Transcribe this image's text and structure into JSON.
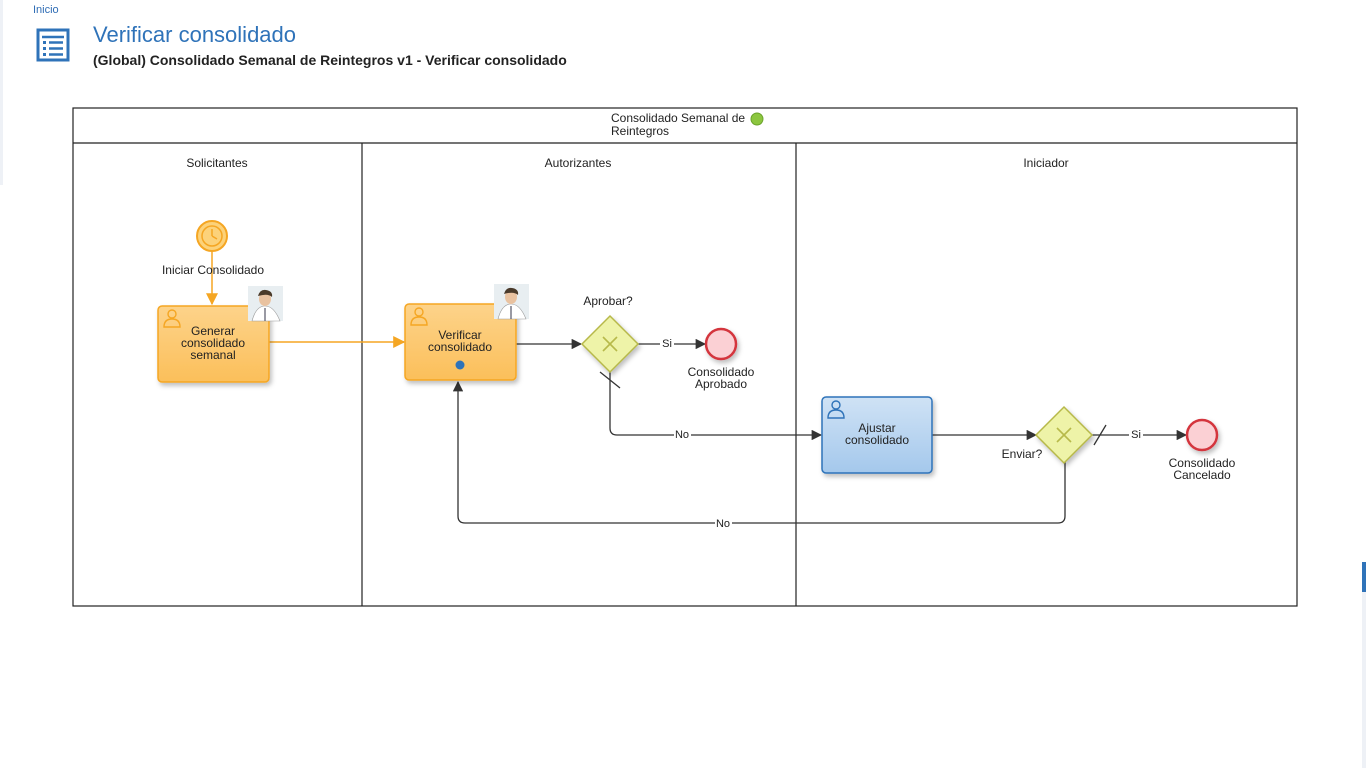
{
  "breadcrumb": {
    "label": "Inicio"
  },
  "header": {
    "title": "Verificar consolidado",
    "subtitle": "(Global) Consolidado Semanal de Reintegros v1 - Verificar consolidado",
    "icon": "task-list-icon"
  },
  "diagram": {
    "pool": {
      "name_line1": "Consolidado Semanal de",
      "name_line2": "Reintegros",
      "status_color": "#8cc63f"
    },
    "lanes": [
      {
        "name": "Solicitantes"
      },
      {
        "name": "Autorizantes"
      },
      {
        "name": "Iniciador"
      }
    ],
    "start_event": {
      "label": "Iniciar Consolidado",
      "icon": "timer-icon"
    },
    "tasks": {
      "generar": {
        "line1": "Generar",
        "line2": "consolidado",
        "line3": "semanal",
        "color": "#fcc86b"
      },
      "verificar": {
        "line1": "Verificar",
        "line2": "consolidado",
        "color": "#fcc86b",
        "current": true
      },
      "ajustar": {
        "line1": "Ajustar",
        "line2": "consolidado",
        "color": "#b3d1ee"
      }
    },
    "gateways": {
      "aprobar": {
        "label": "Aprobar?"
      },
      "enviar": {
        "label": "Enviar?"
      }
    },
    "end_events": {
      "aprobado": {
        "line1": "Consolidado",
        "line2": "Aprobado"
      },
      "cancelado": {
        "line1": "Consolidado",
        "line2": "Cancelado"
      }
    },
    "flows": {
      "aprobar_si": "Si",
      "aprobar_no": "No",
      "enviar_si": "Si",
      "enviar_no": "No"
    },
    "colors": {
      "active_flow": "#f5a623",
      "flow": "#333333",
      "gateway_fill": "#eef3a8",
      "gateway_stroke": "#b7b94a",
      "end_fill": "#fbd0d4",
      "end_stroke": "#d4343e"
    }
  }
}
